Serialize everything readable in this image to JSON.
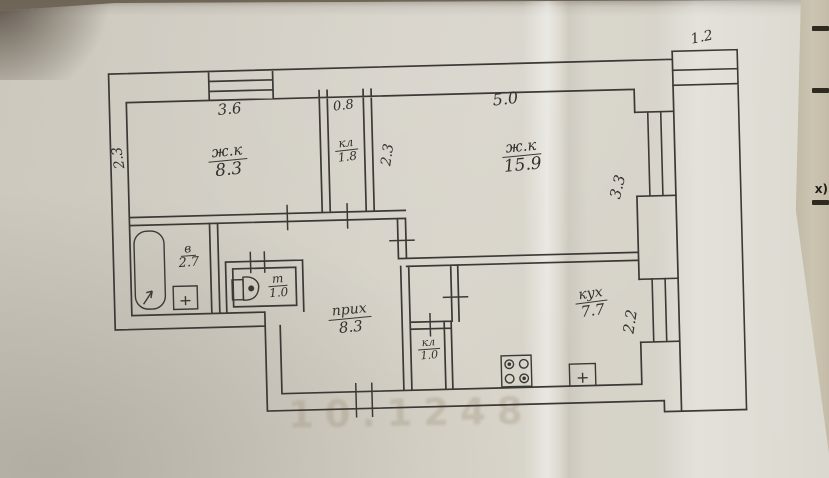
{
  "document": {
    "kind": "scanned-apartment-floor-plan-photo",
    "edge_text": "x)",
    "watermark": "10.1248"
  },
  "rooms": [
    {
      "id": "living-small",
      "name": "ж.к",
      "area": "8.3"
    },
    {
      "id": "closet-top",
      "name": "кл",
      "area": "1.8"
    },
    {
      "id": "living-large",
      "name": "ж.к",
      "area": "15.9"
    },
    {
      "id": "bathroom",
      "name": "в",
      "area": "2.7"
    },
    {
      "id": "toilet",
      "name": "т",
      "area": "1.0"
    },
    {
      "id": "hallway",
      "name": "прих",
      "area": "8.3"
    },
    {
      "id": "closet-bottom",
      "name": "кл",
      "area": "1.0"
    },
    {
      "id": "kitchen",
      "name": "кух",
      "area": "7.7"
    }
  ],
  "dimensions": {
    "top_left_width": "3.6",
    "closet_top_width": "0.8",
    "left_side_depth": "2.3",
    "nook_depth": "2.3",
    "top_right_width": "5.0",
    "right_upper_depth": "3.3",
    "balcony_top": "1.2",
    "right_lower_depth": "2.2"
  },
  "fixtures": [
    "bathtub",
    "washbasin",
    "toilet",
    "stove",
    "kitchen-sink"
  ],
  "colors": {
    "paper": "#d5d2c8",
    "ink": "#3b3936",
    "photo_edge": "#7a7063",
    "watermark": "rgba(152,140,112,0.30)"
  }
}
